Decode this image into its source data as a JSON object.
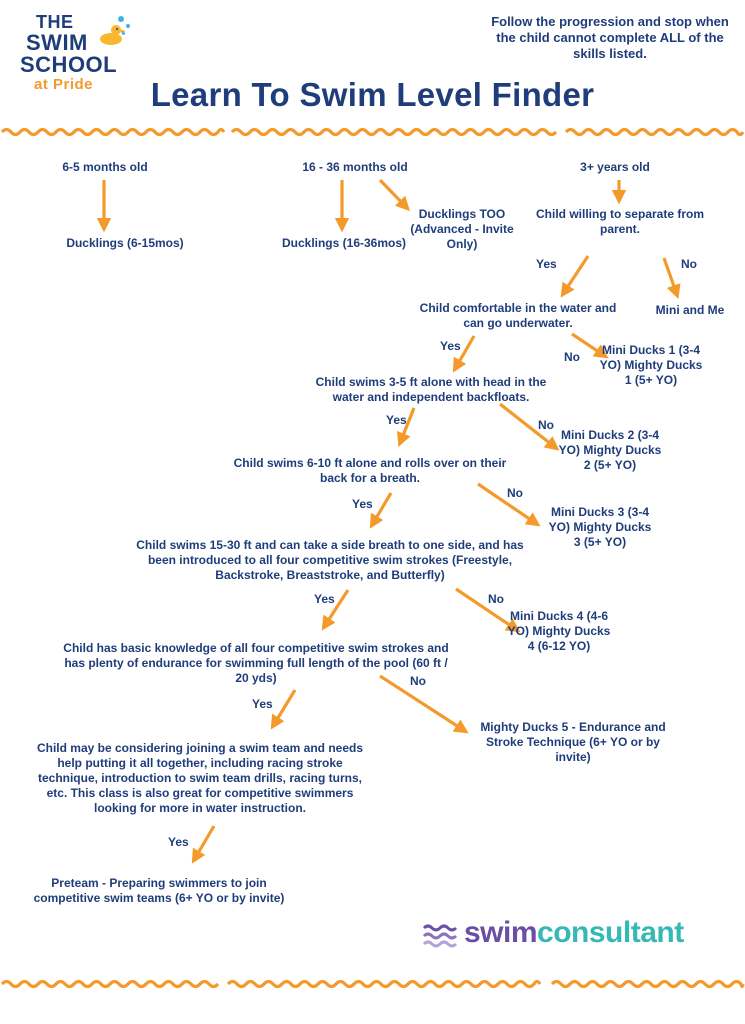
{
  "header": {
    "logo_line1": "THE",
    "logo_line2": "SWIM",
    "logo_line3": "SCHOOL",
    "logo_line4": "at Pride",
    "instructions": "Follow the progression and stop when the child cannot complete ALL of the skills listed.",
    "title": "Learn To Swim Level Finder"
  },
  "nodes": {
    "age_6_5": "6-5 months old",
    "age_16_36": "16 - 36 months old",
    "age_3plus": "3+ years old",
    "ducklings_6_15": "Ducklings (6-15mos)",
    "ducklings_16_36": "Ducklings (16-36mos)",
    "ducklings_too": "Ducklings TOO (Advanced - Invite Only)",
    "separate_q": "Child willing to separate from parent.",
    "mini_and_me": "Mini and Me",
    "comfortable_q": "Child comfortable in the water and can go underwater.",
    "level1": "Mini Ducks 1 (3-4 YO) Mighty Ducks 1 (5+ YO)",
    "swims_3_5_q": "Child swims 3-5 ft alone with head in the water and independent backfloats.",
    "level2": "Mini Ducks 2 (3-4 YO) Mighty Ducks 2 (5+ YO)",
    "swims_6_10_q": "Child swims 6-10 ft alone and rolls over on their back for a breath.",
    "level3": "Mini Ducks 3 (3-4 YO) Mighty Ducks 3 (5+ YO)",
    "swims_15_30_q": "Child swims 15-30 ft and can take a side breath to one side, and has been introduced to all four competitive swim strokes (Freestyle, Backstroke, Breaststroke, and Butterfly)",
    "level4": "Mini Ducks 4 (4-6 YO) Mighty Ducks 4 (6-12 YO)",
    "knowledge_q": "Child has basic knowledge of all four competitive swim strokes and has plenty of endurance for swimming full length of the pool (60 ft / 20 yds)",
    "level5": "Mighty Ducks 5 - Endurance and Stroke Technique (6+ YO or by invite)",
    "swim_team_q": "Child may be considering joining a swim team and needs help putting it all together, including racing stroke technique, introduction to swim team drills, racing turns, etc. This class is also great for competitive swimmers looking for more in water instruction.",
    "preteam": "Preteam - Preparing swimmers to join competitive swim teams (6+ YO or by invite)"
  },
  "labels": {
    "yes": "Yes",
    "no": "No"
  },
  "footer": {
    "brand_swim": "swim",
    "brand_consultant": "consultant"
  },
  "colors": {
    "navy": "#1f3d7a",
    "orange": "#f39a2a",
    "purple": "#6b4ea3",
    "teal": "#36b9b4"
  }
}
